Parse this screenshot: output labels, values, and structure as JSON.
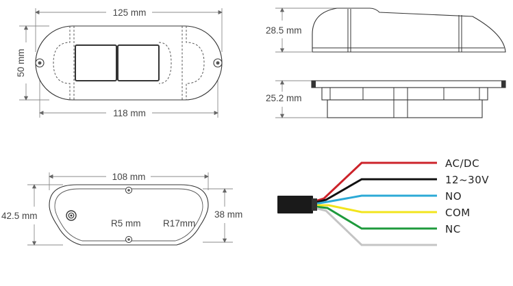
{
  "top_view": {
    "overall_length": "125 mm",
    "mount_length": "118 mm",
    "height": "50 mm"
  },
  "side_view": {
    "lid_height": "28.5 mm",
    "base_height": "25.2 mm"
  },
  "base_view": {
    "inner_length": "108 mm",
    "height": "42.5 mm",
    "width": "38 mm",
    "hole_radius": "R5 mm",
    "corner_radius": "R17mm"
  },
  "wiring": {
    "wires": [
      {
        "label": "AC/DC",
        "color": "#cc2229"
      },
      {
        "label": "12~30V",
        "color": "#111111"
      },
      {
        "label": "NO",
        "color": "#2ba9d6"
      },
      {
        "label": "COM",
        "color": "#f2e41d"
      },
      {
        "label": "NC",
        "color": "#1e9a3c"
      },
      {
        "label": "",
        "color": "#c4c4c4"
      }
    ]
  }
}
